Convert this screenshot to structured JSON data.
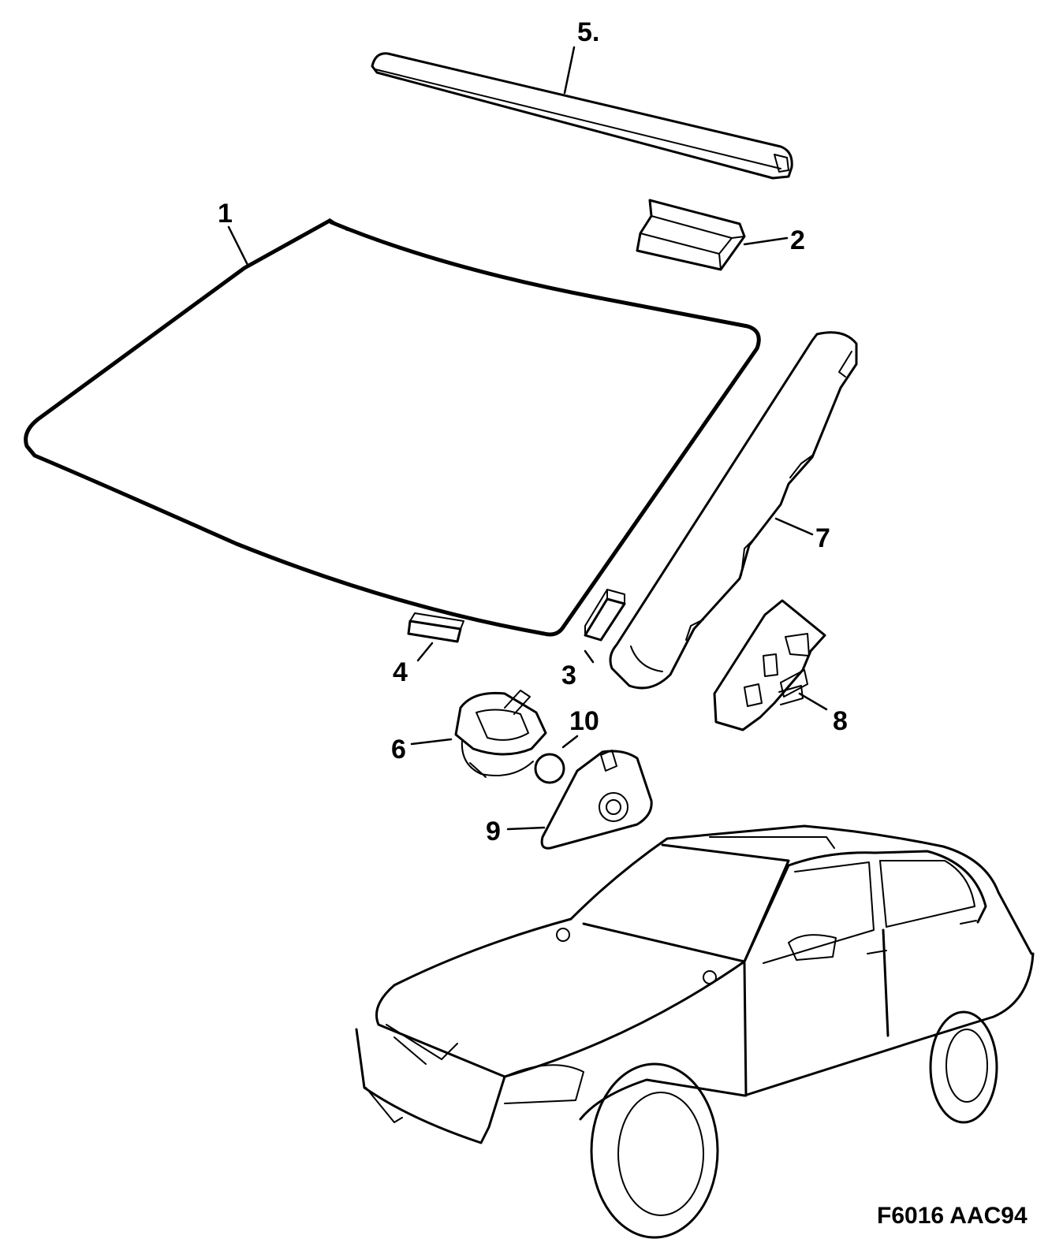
{
  "diagram": {
    "callouts": {
      "c1": "1",
      "c2": "2",
      "c3": "3",
      "c4": "4",
      "c5": "5.",
      "c6": "6",
      "c7": "7",
      "c8": "8",
      "c9": "9",
      "c10": "10"
    },
    "drawing_code": "F6016 AAC94"
  }
}
